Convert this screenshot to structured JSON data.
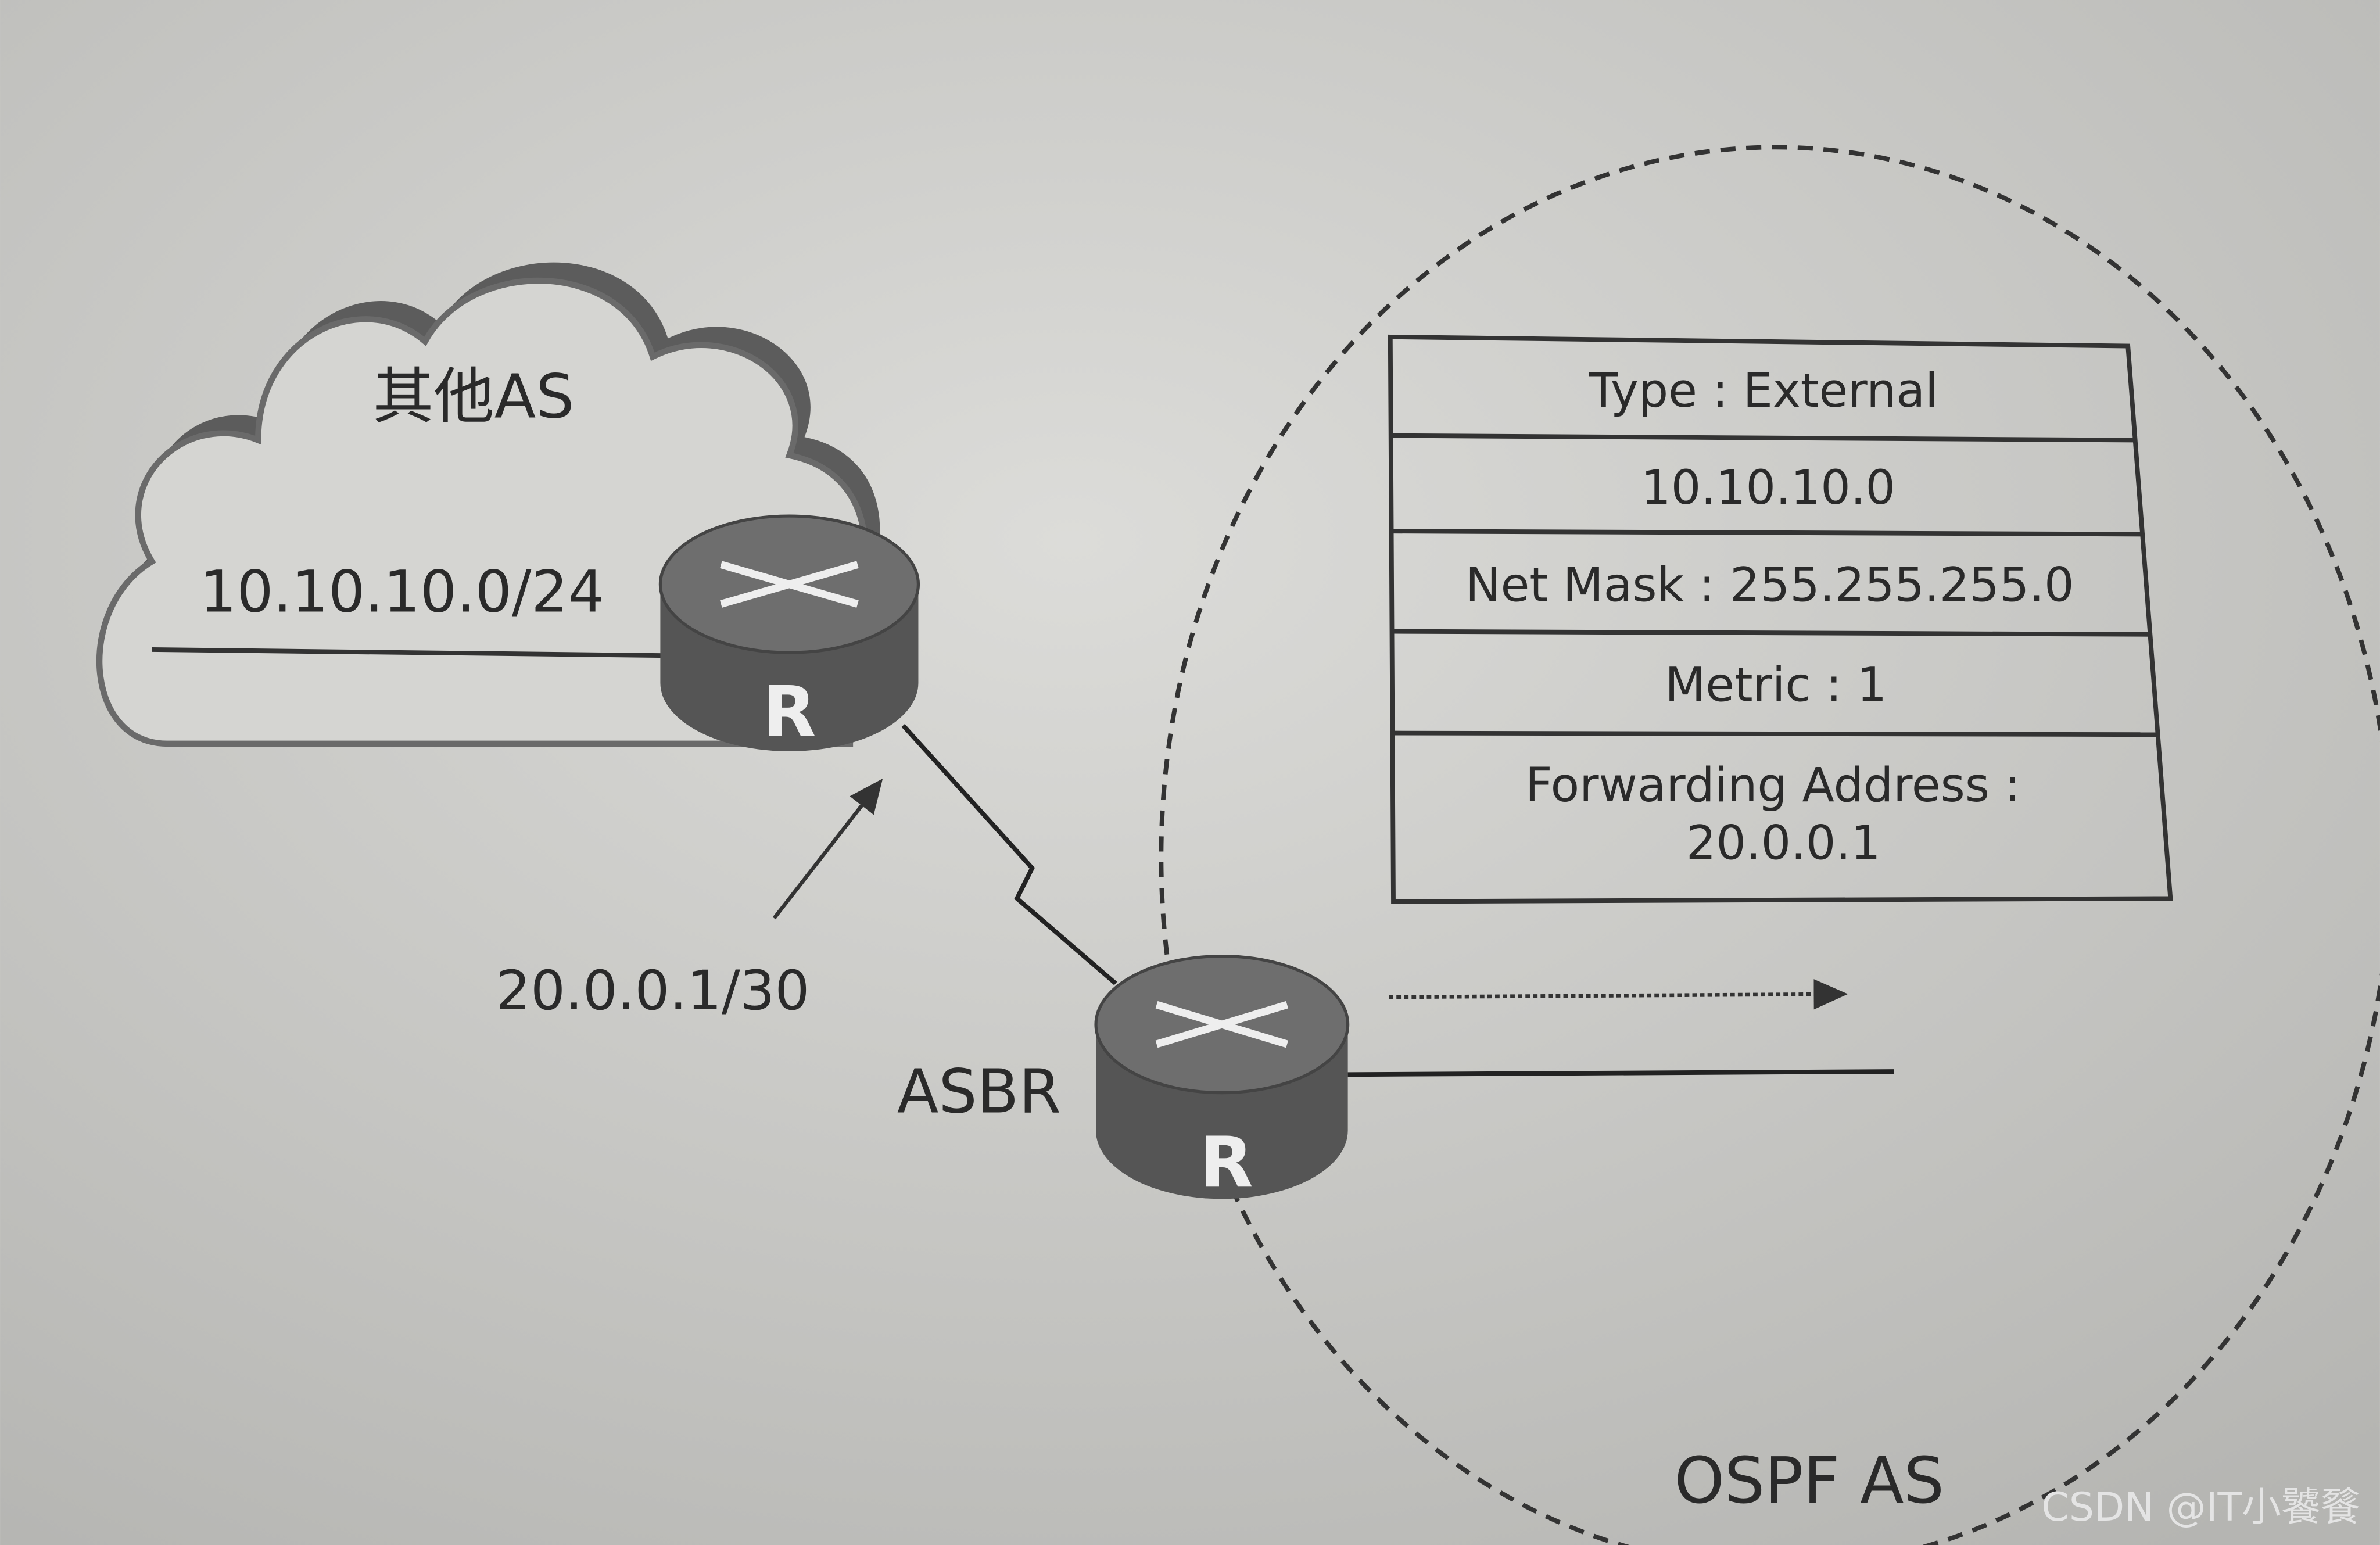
{
  "cloud": {
    "label": "其他AS",
    "network": "10.10.10.0/24"
  },
  "routers": {
    "external_glyph": "R",
    "asbr_glyph": "R",
    "asbr_label": "ASBR"
  },
  "link": {
    "interface_address": "20.0.0.1/30"
  },
  "lsa_table": {
    "rows": [
      "Type : External",
      "10.10.10.0",
      "Net Mask : 255.255.255.0",
      "Metric : 1"
    ],
    "forwarding_label": "Forwarding Address :",
    "forwarding_value": "20.0.0.1"
  },
  "ospf_area": {
    "label": "OSPF AS"
  },
  "watermark": "CSDN @IT小饕餮",
  "colors": {
    "paper": "#d3d3d0",
    "ink": "#2a2a2a",
    "router": "#5a5a5a"
  }
}
